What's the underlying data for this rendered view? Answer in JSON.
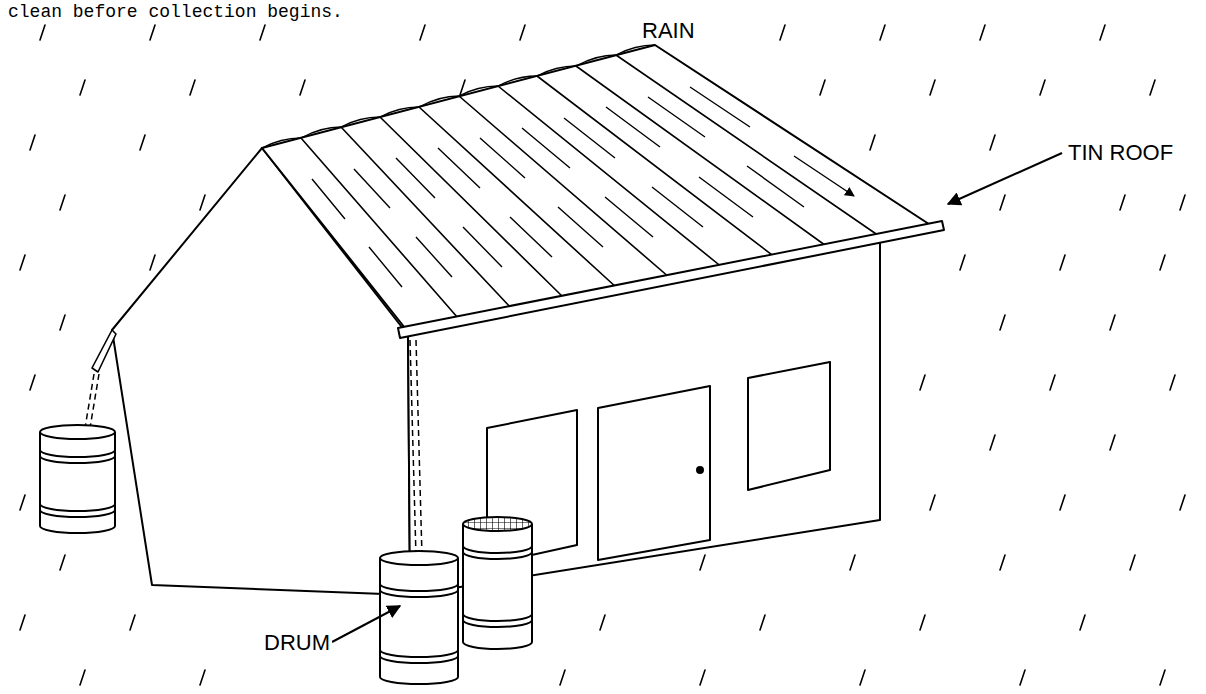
{
  "diagram": {
    "labels": [
      "clean before collection begins.",
      "RAIN",
      "TIN ROOF",
      "DRUM"
    ]
  }
}
